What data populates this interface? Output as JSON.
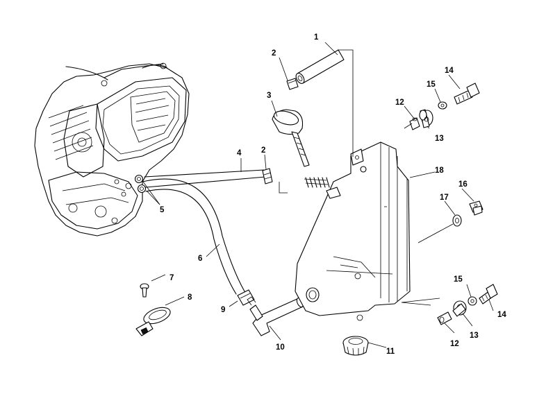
{
  "callouts": [
    {
      "id": "c1",
      "text": "1"
    },
    {
      "id": "c2a",
      "text": "2"
    },
    {
      "id": "c2b",
      "text": "2"
    },
    {
      "id": "c3",
      "text": "3"
    },
    {
      "id": "c4",
      "text": "4"
    },
    {
      "id": "c5",
      "text": "5"
    },
    {
      "id": "c6",
      "text": "6"
    },
    {
      "id": "c7",
      "text": "7"
    },
    {
      "id": "c8",
      "text": "8"
    },
    {
      "id": "c9",
      "text": "9"
    },
    {
      "id": "c10",
      "text": "10"
    },
    {
      "id": "c11",
      "text": "11"
    },
    {
      "id": "c12a",
      "text": "12"
    },
    {
      "id": "c12b",
      "text": "12"
    },
    {
      "id": "c13a",
      "text": "13"
    },
    {
      "id": "c13b",
      "text": "13"
    },
    {
      "id": "c14a",
      "text": "14"
    },
    {
      "id": "c14b",
      "text": "14"
    },
    {
      "id": "c15a",
      "text": "15"
    },
    {
      "id": "c15b",
      "text": "15"
    },
    {
      "id": "c16",
      "text": "16"
    },
    {
      "id": "c17",
      "text": "17"
    },
    {
      "id": "c18",
      "text": "18"
    }
  ]
}
